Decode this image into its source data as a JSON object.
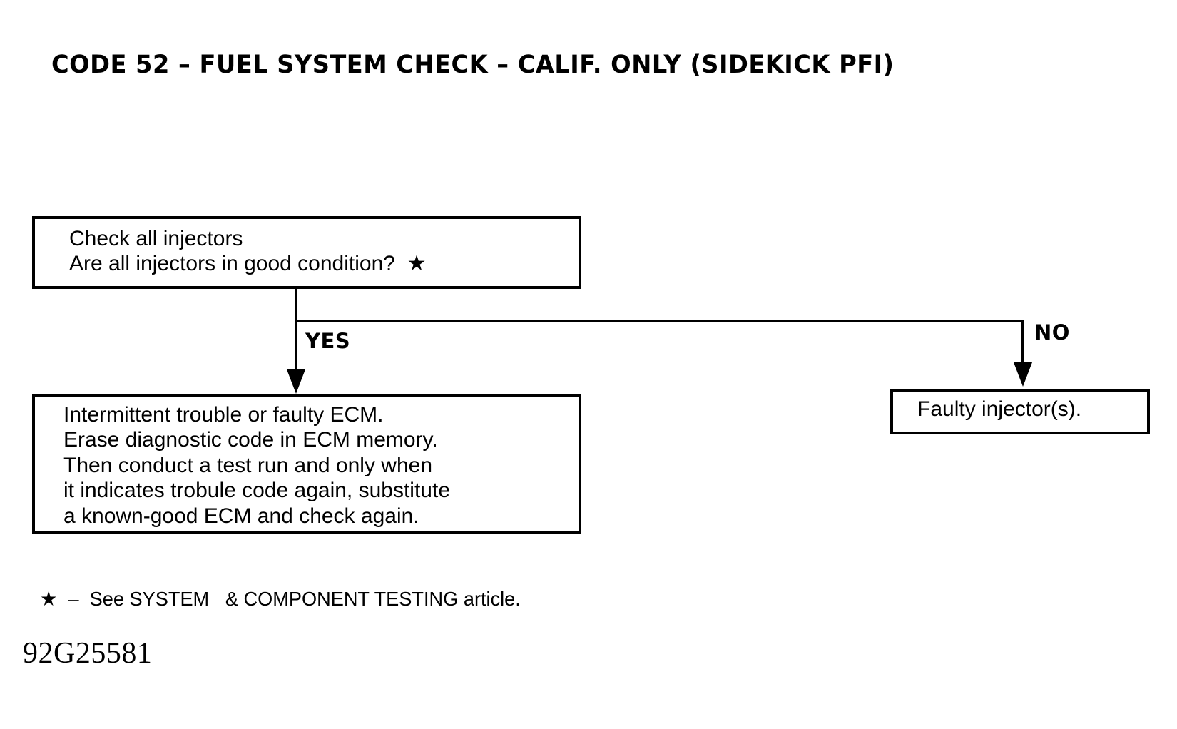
{
  "page": {
    "title": "CODE 52  –  FUEL SYSTEM CHECK  –  CALIF. ONLY (SIDEKICK PFI)",
    "background_color": "#ffffff",
    "ink_color": "#000000",
    "figure_id": "92G25581"
  },
  "flowchart": {
    "type": "decision-flow",
    "nodes": [
      {
        "id": "question",
        "shape": "rectangle",
        "text": "Check all injectors\nAre all injectors in good condition?  ★",
        "lines": [
          "Check all injectors",
          "Are all injectors in good condition?  ★"
        ]
      },
      {
        "id": "intermittent",
        "shape": "rectangle",
        "text": "Intermittent trouble or faulty ECM.\nErase diagnostic code in ECM memory.\nThen conduct a test run and only when\nit indicates trobule code again, substitute\na known-good ECM and check again.",
        "lines": [
          "Intermittent trouble or faulty ECM.",
          "Erase diagnostic code in ECM memory.",
          "Then conduct a test run and only when",
          "it indicates trobule code again, substitute",
          "a known-good ECM and check again."
        ]
      },
      {
        "id": "faulty",
        "shape": "rectangle",
        "text": "Faulty injector(s).",
        "lines": [
          "Faulty injector(s)."
        ]
      }
    ],
    "edges": [
      {
        "id": "yes-edge",
        "from": "question",
        "to": "intermittent",
        "label": "YES"
      },
      {
        "id": "no-edge",
        "from": "question",
        "to": "faulty",
        "label": "NO"
      }
    ]
  },
  "footnote": {
    "marker": "★",
    "text": "★  –  See SYSTEM   & COMPONENT TESTING article."
  }
}
